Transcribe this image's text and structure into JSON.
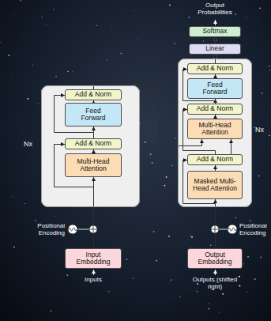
{
  "diagram": {
    "nodes": [
      {
        "text": [
          "Softmax"
        ]
      },
      {
        "text": [
          "Linear"
        ]
      },
      {
        "text": [
          "Nx"
        ]
      },
      {
        "text": [
          "Add & Norm"
        ],
        "in": 2
      },
      {
        "text": [
          "Feed Forward"
        ],
        "in": 2
      },
      {
        "text": [
          "Add & Norm"
        ],
        "in": 2
      },
      {
        "text": [
          "Multi-Head Attention"
        ],
        "in": 2
      },
      {
        "text": [
          "Nx"
        ]
      },
      {
        "text": [
          "Add & Norm"
        ],
        "in": 7
      },
      {
        "text": [
          "Feed Forward"
        ],
        "in": 7
      },
      {
        "text": [
          "Add & Norm"
        ],
        "in": 7
      },
      {
        "text": [
          "Multi-Head Attention"
        ],
        "in": 7
      },
      {
        "text": [
          "Add & Norm"
        ],
        "in": 7
      },
      {
        "text": [
          "Masked Multi-Head Attention"
        ],
        "in": 7
      },
      {
        "text": [
          "Input Embedding"
        ]
      },
      {
        "text": [
          "Output Embedding"
        ]
      }
    ],
    "edges": [
      {
        "from": 14,
        "to": 6,
        "arrow": "to"
      },
      {
        "from": 14,
        "to": 5,
        "arrow": "to"
      },
      {
        "from": 6,
        "to": 5,
        "arrow": "to"
      },
      {
        "from": 5,
        "to": 4,
        "arrow": "to"
      },
      {
        "from": 5,
        "to": 3,
        "arrow": "to"
      },
      {
        "from": 4,
        "to": 3,
        "arrow": "to"
      },
      {
        "from": 3,
        "to": 11,
        "arrow": "to"
      },
      {
        "from": 15,
        "to": 13,
        "arrow": "to"
      },
      {
        "from": 15,
        "to": 12,
        "arrow": "to"
      },
      {
        "from": 13,
        "to": 12,
        "arrow": "to"
      },
      {
        "from": 12,
        "to": 11,
        "arrow": "to"
      },
      {
        "from": 12,
        "to": 10,
        "arrow": "to"
      },
      {
        "from": 11,
        "to": 10,
        "arrow": "to"
      },
      {
        "from": 10,
        "to": 9,
        "arrow": "to"
      },
      {
        "from": 10,
        "to": 8,
        "arrow": "to"
      },
      {
        "from": 9,
        "to": 8,
        "arrow": "to"
      },
      {
        "from": 8,
        "to": 1,
        "arrow": "to"
      },
      {
        "from": 1,
        "to": 0,
        "arrow": "to"
      }
    ],
    "labels": [
      "Output Probabilities",
      "Positional Encoding",
      "Positional Encoding",
      "Inputs",
      "Outputs (shifted right)"
    ]
  }
}
